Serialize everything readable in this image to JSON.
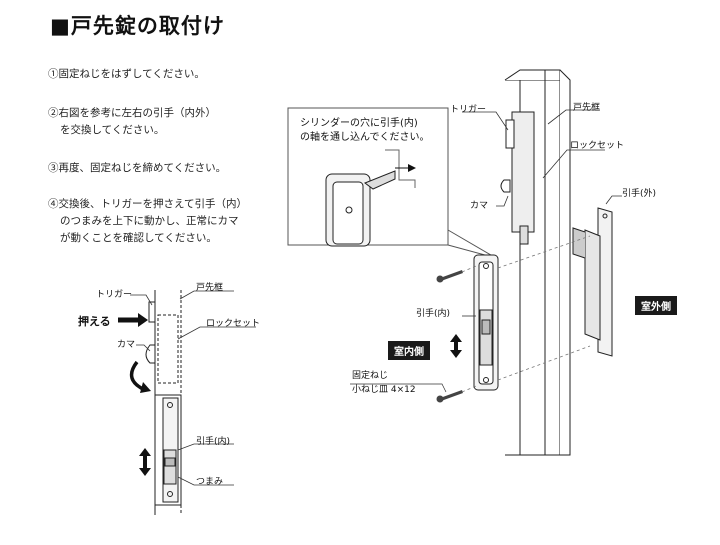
{
  "title": "■戸先錠の取付け",
  "steps": [
    {
      "line1": "①固定ねじをはずしてください。",
      "line2": ""
    },
    {
      "line1": "②右図を参考に左右の引手（内外）",
      "line2": "を交換してください。"
    },
    {
      "line1": "③再度、固定ねじを締めてください。",
      "line2": ""
    },
    {
      "line1": "④交換後、トリガーを押さえて引手（内）",
      "line2": "のつまみを上下に動かし、正常にカマ",
      "line3": "が動くことを確認してください。"
    }
  ],
  "left_diagram": {
    "trigger": "トリガー",
    "door_frame": "戸先框",
    "press": "押える",
    "lock_set": "ロックセット",
    "kama": "カマ",
    "inner_handle": "引手(内)",
    "knob": "つまみ"
  },
  "right_diagram": {
    "callout_line1": "シリンダーの穴に引手(内)",
    "callout_line2": "の軸を通し込んでください。",
    "trigger": "トリガー",
    "door_frame": "戸先框",
    "lock_set": "ロックセット",
    "kama": "カマ",
    "outer_handle": "引手(外)",
    "inner_handle": "引手(内)",
    "outdoor_side": "室外側",
    "indoor_side": "室内側",
    "fix_screw": "固定ねじ",
    "screw_spec": "小ねじ皿 4×12"
  }
}
